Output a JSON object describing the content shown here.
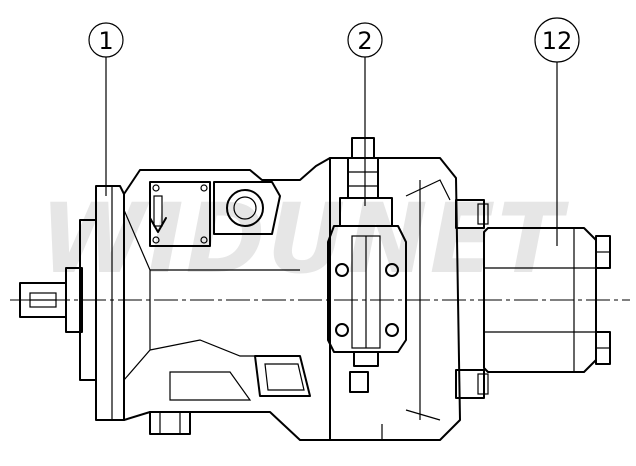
{
  "callouts": [
    {
      "label": "1"
    },
    {
      "label": "2"
    },
    {
      "label": "12"
    }
  ],
  "watermark": {
    "text": "WIDUNET"
  }
}
